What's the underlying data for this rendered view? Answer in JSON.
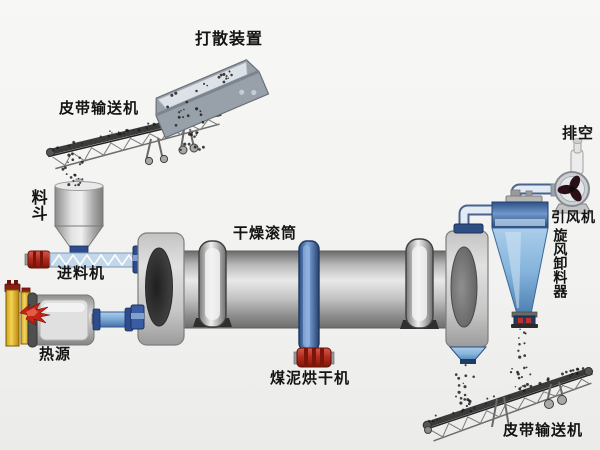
{
  "labels": {
    "scatter_device": "打散装置",
    "belt_conveyor_top": "皮带输送机",
    "hopper": "料斗",
    "feeder": "进料机",
    "heat_source": "热源",
    "drying_drum": "干燥滚筒",
    "coal_slime_dryer": "煤泥烘干机",
    "exhaust": "排空",
    "induced_draft_fan": "引风机",
    "cyclone_discharger": "旋风卸料器",
    "belt_conveyor_bottom": "皮带输送机"
  },
  "colors": {
    "background": "#f2f2f0",
    "metal_gray": "#c6c6c6",
    "drum_highlight": "#e8e8e8",
    "accent_blue": "#4a7ab0",
    "cyclone_blue": "#85b4dc",
    "girth_gear_blue": "#7ea6da",
    "motor_red": "#b02a1c",
    "flame_red": "#c42318",
    "burner_yellow": "#f4d355",
    "material_dots": "#1d1d1d",
    "label_text": "#141414"
  }
}
